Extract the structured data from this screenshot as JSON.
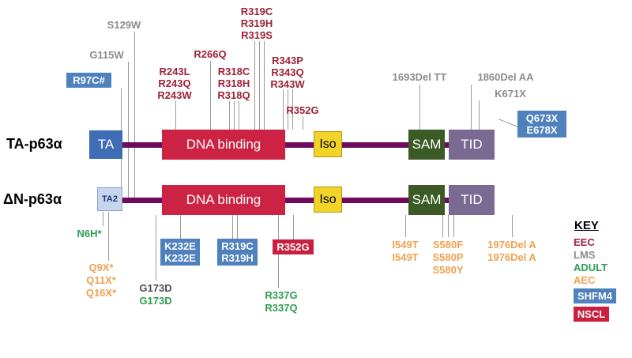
{
  "figure": {
    "rows": [
      {
        "label": "TA-p63α"
      },
      {
        "label": "ΔN-p63α"
      }
    ],
    "domains": {
      "ta": "TA",
      "ta2": "TA2",
      "dna_binding": "DNA binding",
      "iso": "Iso",
      "sam": "SAM",
      "tid": "TID"
    }
  },
  "mutations": {
    "top": {
      "lms": {
        "s129w": "S129W",
        "g115w": "G115W",
        "del1693": "1693Del TT",
        "del1860": "1860Del AA",
        "k671x": "K671X"
      },
      "eec": {
        "r266q": "R266Q",
        "r243": [
          "R243L",
          "R243Q",
          "R243W"
        ],
        "r318": [
          "R318C",
          "R318H",
          "R318Q"
        ],
        "r319": [
          "R319C",
          "R319H",
          "R319S"
        ],
        "r343": [
          "R343P",
          "R343Q",
          "R343W"
        ],
        "r352g": "R352G"
      },
      "shfm4": {
        "r97c": "R97C#",
        "q673_e678": [
          "Q673X",
          "E678X"
        ]
      }
    },
    "bottom": {
      "adult": {
        "n6h": "N6H*",
        "g173d": "G173D",
        "r337": [
          "R337G",
          "R337Q"
        ]
      },
      "aec": {
        "q_stops": [
          "Q9X*",
          "Q11X*",
          "Q16X*"
        ],
        "i549": [
          "I549T",
          "I549T"
        ],
        "s580": [
          "S580F",
          "S580P",
          "S580Y"
        ],
        "del1976": [
          "1976Del A",
          "1976Del A"
        ]
      },
      "lms": {
        "g173d": "G173D"
      },
      "shfm4": {
        "k232": [
          "K232E",
          "K232E"
        ],
        "r319": [
          "R319C",
          "R319H"
        ]
      },
      "nscl": {
        "r352g": "R352G"
      }
    }
  },
  "key": {
    "title": "KEY",
    "entries": [
      {
        "label": "EEC",
        "style": "text",
        "color": "#9E2139"
      },
      {
        "label": "LMS",
        "style": "text",
        "color": "#8C8C8C"
      },
      {
        "label": "ADULT",
        "style": "text",
        "color": "#2E9E50"
      },
      {
        "label": "AEC",
        "style": "text",
        "color": "#F0A050"
      },
      {
        "label": "SHFM4",
        "style": "badge",
        "color": "#4F81BD"
      },
      {
        "label": "NSCL",
        "style": "badge",
        "color": "#C8203E"
      }
    ]
  },
  "colors": {
    "backbone": "#6E0B5E",
    "ta_box": "#3E6DB5",
    "ta2_box": "#C7D5EF",
    "dna_box": "#CC2244",
    "iso_box": "#F2D327",
    "sam_box": "#3C5A26",
    "tid_box": "#7A6A92"
  }
}
